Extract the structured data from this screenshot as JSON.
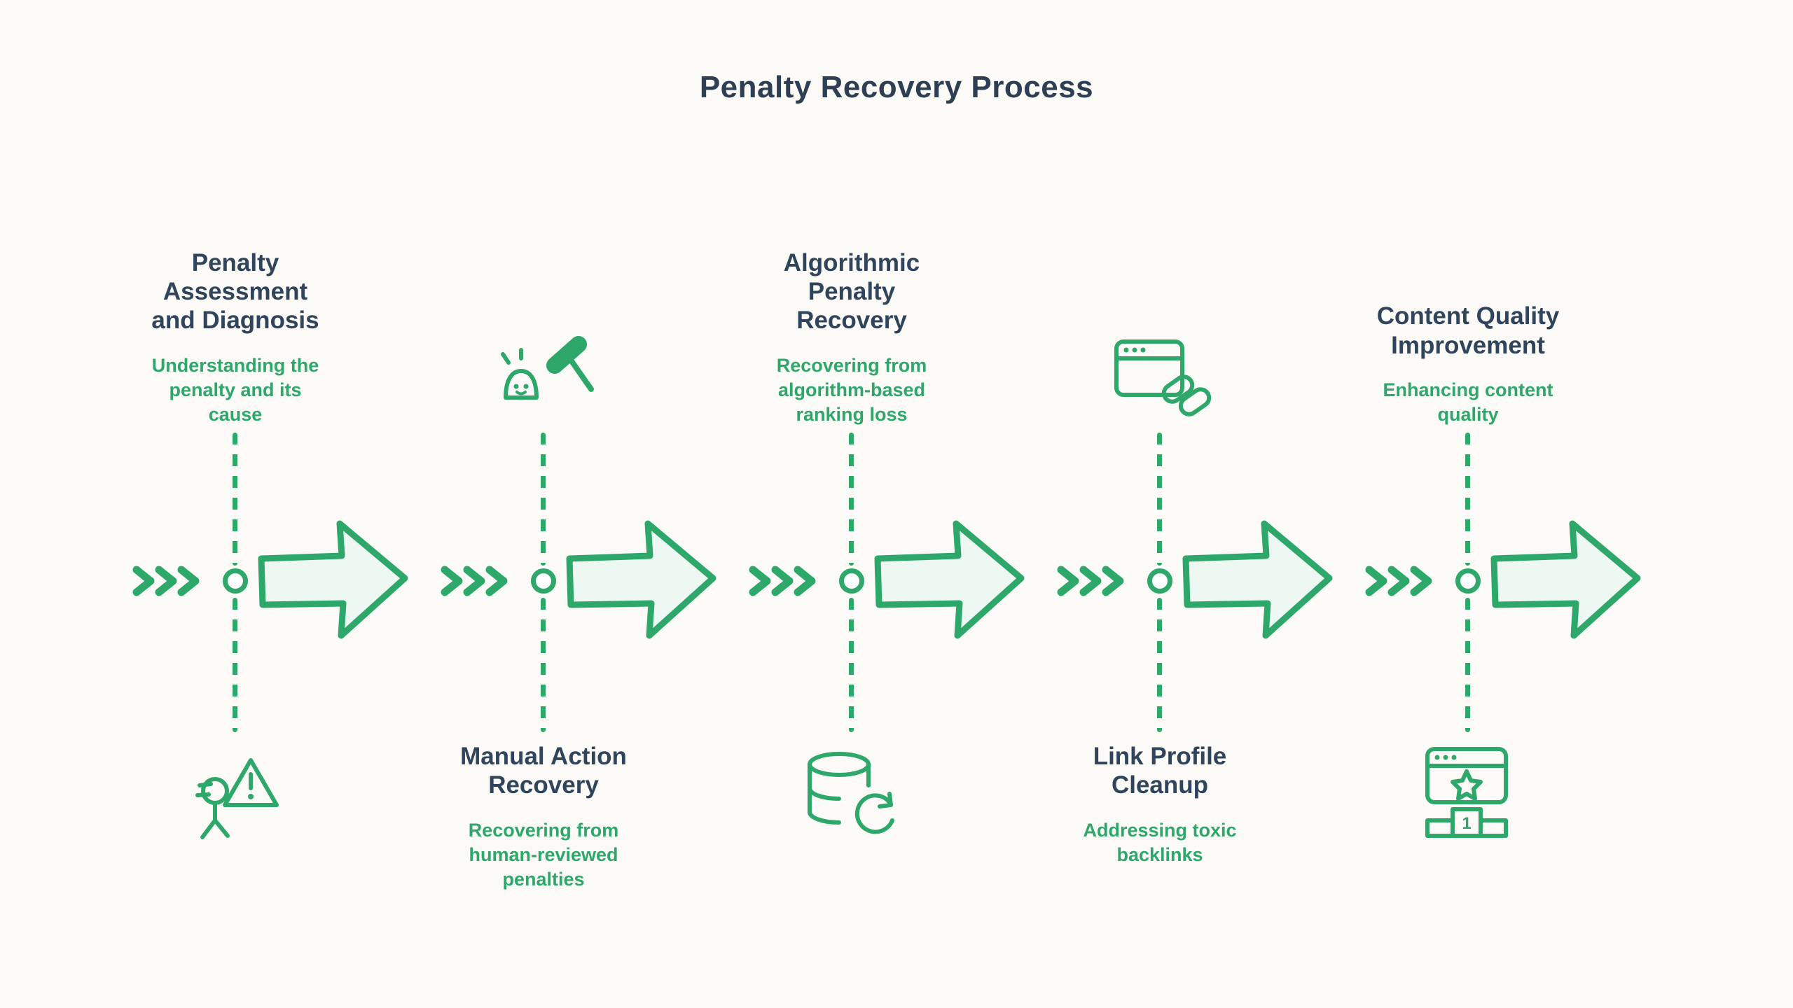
{
  "title": "Penalty Recovery Process",
  "colors": {
    "green": "#2ea76a",
    "arrow_fill": "#edf8f2",
    "text_dark": "#30445c",
    "background": "#fbfaf7"
  },
  "steps": [
    {
      "id": 1,
      "label_position": "top",
      "title": "Penalty\nAssessment\nand Diagnosis",
      "description": "Understanding the\npenalty and its\ncause",
      "icon": "person-warning-icon"
    },
    {
      "id": 2,
      "label_position": "bottom",
      "title": "Manual Action\nRecovery",
      "description": "Recovering from\nhuman-reviewed\npenalties",
      "icon": "gavel-icon"
    },
    {
      "id": 3,
      "label_position": "top",
      "title": "Algorithmic\nPenalty\nRecovery",
      "description": "Recovering from\nalgorithm-based\nranking loss",
      "icon": "database-refresh-icon"
    },
    {
      "id": 4,
      "label_position": "bottom",
      "title": "Link Profile\nCleanup",
      "description": "Addressing toxic\nbacklinks",
      "icon": "browser-link-icon"
    },
    {
      "id": 5,
      "label_position": "top",
      "title": "Content Quality\nImprovement",
      "description": "Enhancing content\nquality",
      "icon": "star-podium-icon",
      "icon_text": "1"
    }
  ]
}
